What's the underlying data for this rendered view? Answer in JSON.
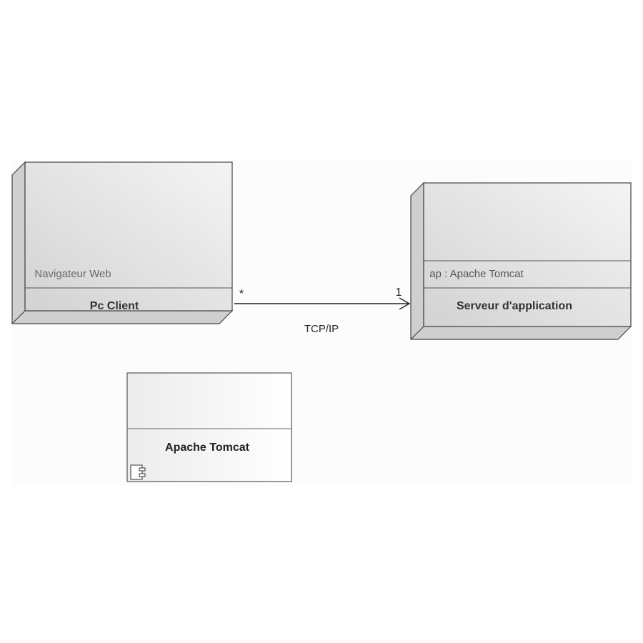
{
  "diagram": {
    "nodes": [
      {
        "id": "pc-client",
        "name": "Pc Client",
        "artifact": "Navigateur Web"
      },
      {
        "id": "serveur",
        "name": "Serveur d'application",
        "artifact": "ap : Apache Tomcat"
      }
    ],
    "component": {
      "name": "Apache Tomcat"
    },
    "connection": {
      "label": "TCP/IP",
      "source_multiplicity": "*",
      "target_multiplicity": "1"
    },
    "mirrored": true
  }
}
